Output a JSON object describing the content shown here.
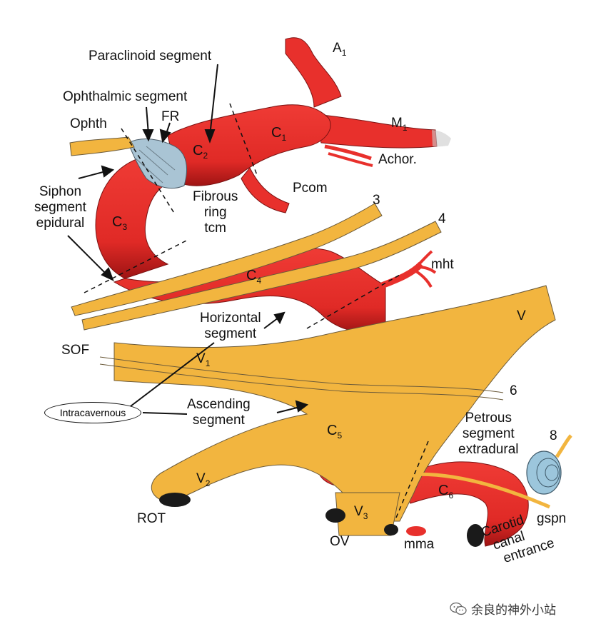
{
  "colors": {
    "artery": "#e8302c",
    "artery_dark": "#8d0f10",
    "nerve": "#f2b53f",
    "nerve_edge": "#6b5a3a",
    "ring": "#a9c4d4",
    "ganglion": "#9cc6dc"
  },
  "labels": {
    "paraclinoid": "Paraclinoid segment",
    "ophthalmic_segment": "Ophthalmic segment",
    "ophth": "Ophth",
    "fr": "FR",
    "siphon": [
      "Siphon",
      "segment",
      "epidural"
    ],
    "fibrous_ring": [
      "Fibrous",
      "ring",
      "tcm"
    ],
    "pcom": "Pcom",
    "a1": {
      "main": "A",
      "sub": "1"
    },
    "m1": {
      "main": "M",
      "sub": "1"
    },
    "achor": "Achor.",
    "n3": "3",
    "n4": "4",
    "mht": "mht",
    "horizontal": [
      "Horizontal",
      "segment"
    ],
    "sof": "SOF",
    "v": "V",
    "v1": {
      "main": "V",
      "sub": "1"
    },
    "n6": "6",
    "ascending": [
      "Ascending",
      "segment"
    ],
    "intracavernous": "Intracavernous",
    "petrous": [
      "Petrous",
      "segment",
      "extradural"
    ],
    "n8": "8",
    "v2": {
      "main": "V",
      "sub": "2"
    },
    "rot": "ROT",
    "v3": {
      "main": "V",
      "sub": "3"
    },
    "ov": "OV",
    "mma": "mma",
    "gspn": "gspn",
    "carotid_canal": [
      "Carotid",
      "canal",
      "entrance"
    ]
  },
  "segments": {
    "c1": {
      "main": "C",
      "sub": "1"
    },
    "c2": {
      "main": "C",
      "sub": "2"
    },
    "c3": {
      "main": "C",
      "sub": "3"
    },
    "c4": {
      "main": "C",
      "sub": "4"
    },
    "c5": {
      "main": "C",
      "sub": "5"
    },
    "c6": {
      "main": "C",
      "sub": "6"
    }
  },
  "watermark": "余良的神外小站",
  "icons": [
    "wechat-icon"
  ]
}
